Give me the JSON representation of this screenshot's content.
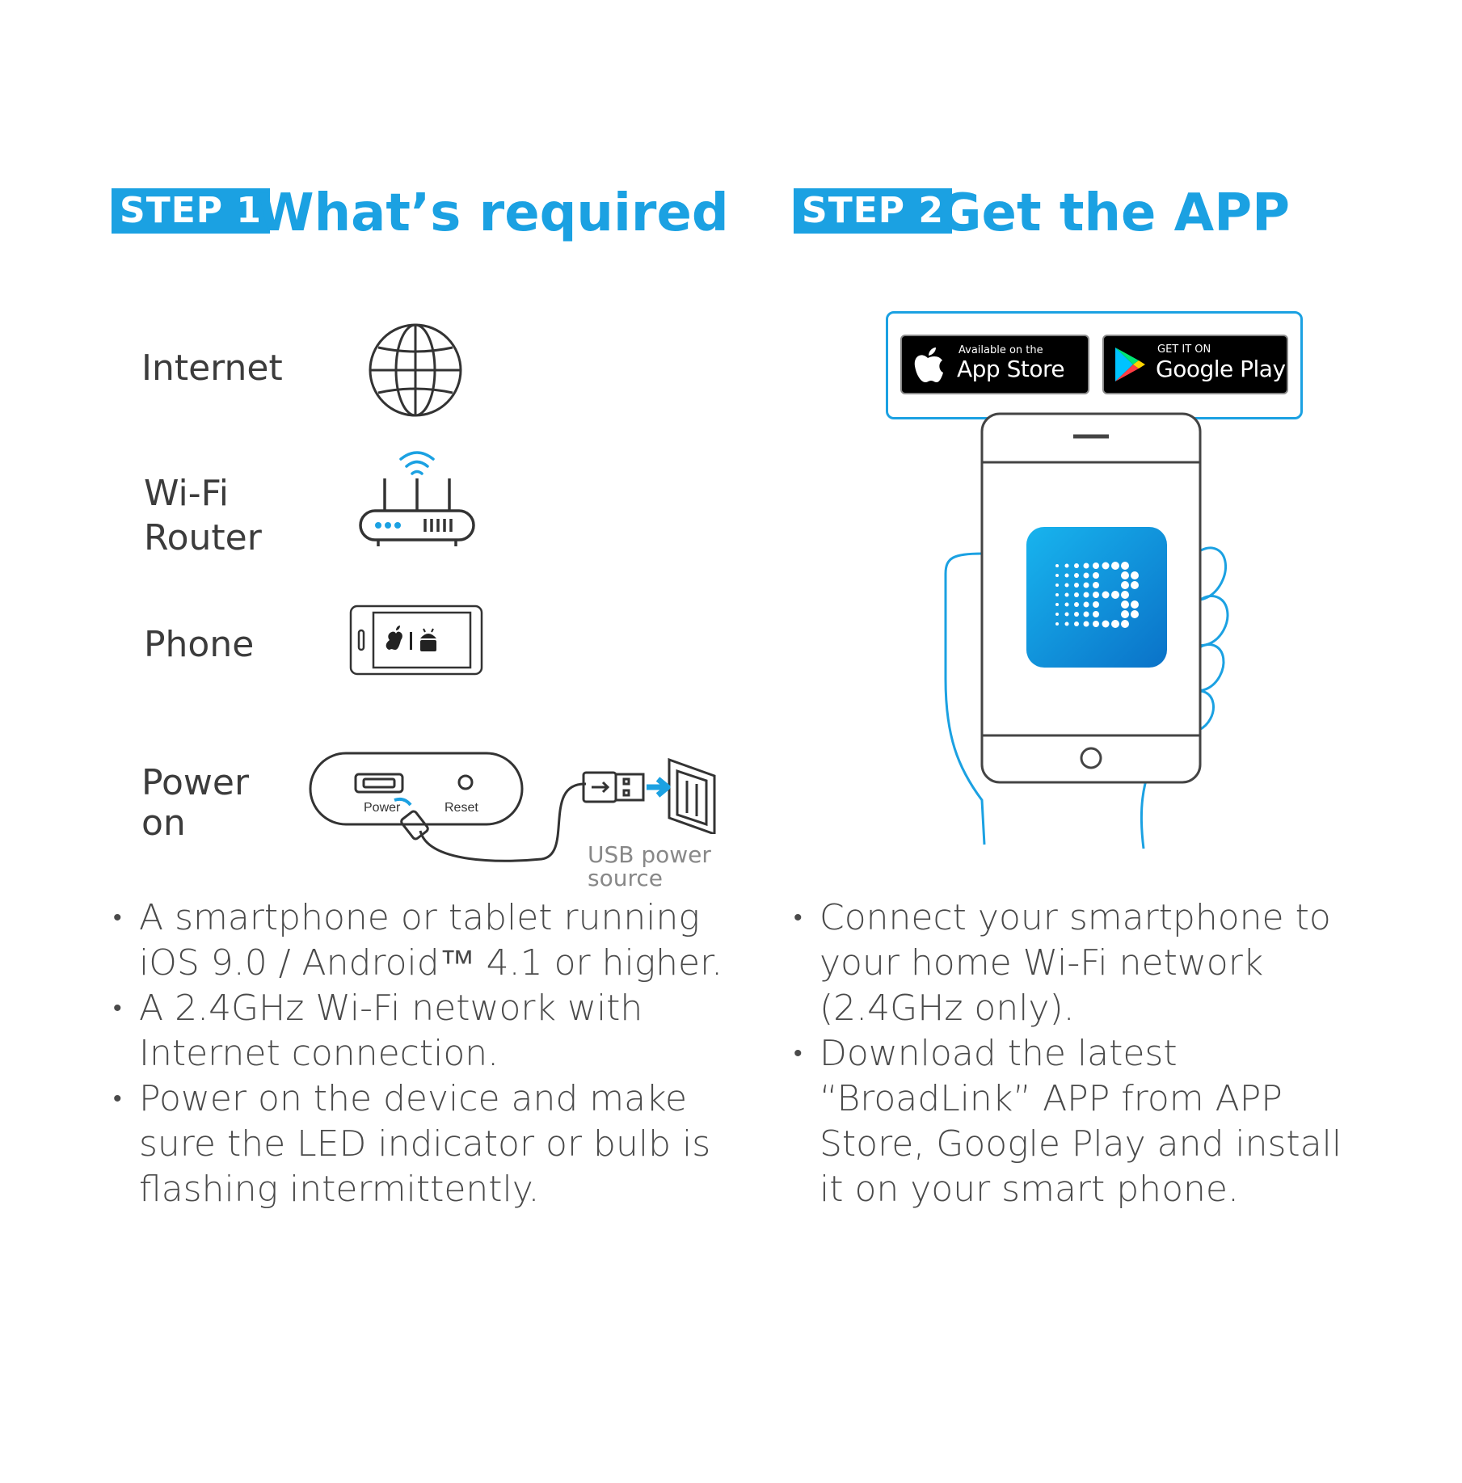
{
  "step1": {
    "badge": "STEP 1",
    "title": "What’s required",
    "items": {
      "internet": "Internet",
      "router_line1": "Wi-Fi",
      "router_line2": "Router",
      "phone": "Phone",
      "power_line1": "Power",
      "power_line2": "on"
    },
    "device_labels": {
      "power": "Power",
      "reset": "Reset",
      "usb_line1": "USB power",
      "usb_line2": "source"
    },
    "bullets": [
      "A smartphone or tablet running iOS 9.0 / Android™ 4.1 or higher.",
      "A 2.4GHz Wi-Fi network with Internet connection.",
      "Power on the device and make sure the LED indicator or bulb is flashing intermittently."
    ]
  },
  "step2": {
    "badge": "STEP 2",
    "title": "Get the APP",
    "app_store": {
      "small": "Available on the",
      "big": "App Store"
    },
    "google_play": {
      "small": "GET IT ON",
      "big": "Google Play"
    },
    "bullets": [
      "Connect your smartphone to your home Wi-Fi network (2.4GHz only).",
      "Download the latest “BroadLink” APP from APP Store, Google Play and install it on your smart phone."
    ]
  },
  "colors": {
    "accent": "#1ba1e2",
    "text": "#444444",
    "icon_stroke": "#333333"
  },
  "icons": [
    "globe-icon",
    "wifi-router-icon",
    "phone-icon",
    "power-device-icon",
    "usb-plug-icon",
    "apple-icon",
    "google-play-icon",
    "broadlink-app-icon"
  ]
}
